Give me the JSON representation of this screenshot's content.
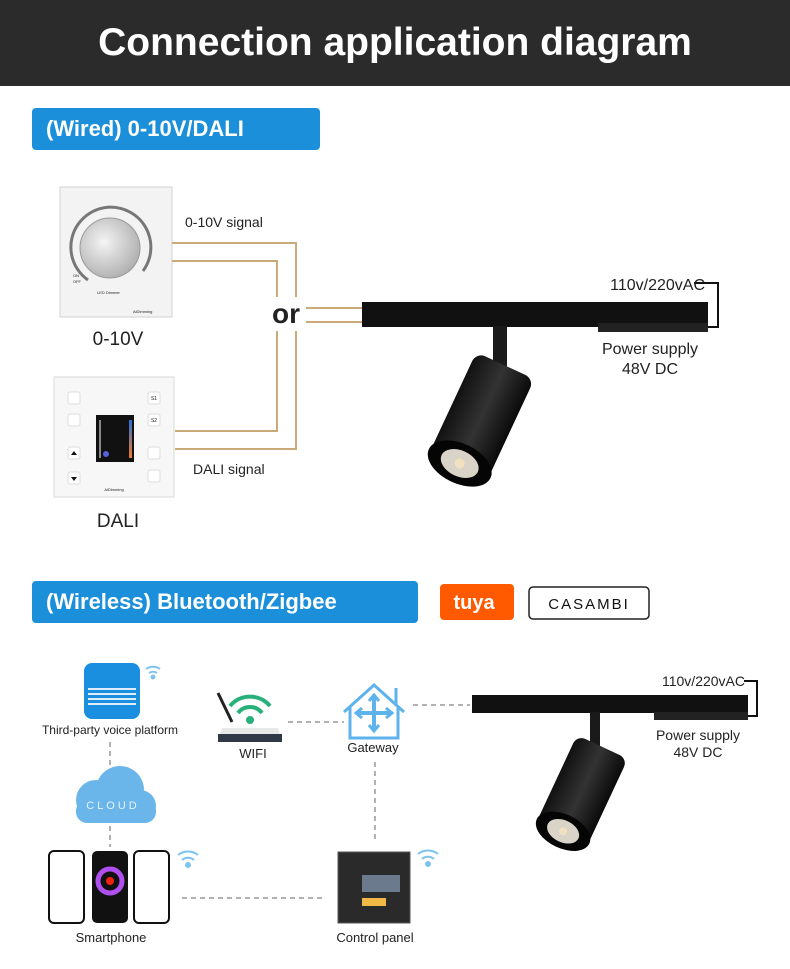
{
  "header": {
    "title": "Connection application diagram"
  },
  "wired": {
    "badge": "(Wired) 0-10V/DALI",
    "signal_010v": "0-10V signal",
    "signal_dali": "DALI signal",
    "or_label": "or",
    "dimmer_label": "0-10V",
    "dimmer_text": "LED Dimmer",
    "dimmer_on": "ON",
    "dimmer_off": "OFF",
    "brand": "AiDimming",
    "dali_label": "DALI",
    "dali_s1": "S1",
    "dali_s2": "S2",
    "ac_label": "110v/220vAC",
    "power_supply": "Power supply",
    "dc_label": "48V DC"
  },
  "wireless": {
    "badge": "(Wireless) Bluetooth/Zigbee",
    "tuya_logo": "tuya",
    "casambi_logo": "CASAMBI",
    "voice_label": "Third-party voice platform",
    "cloud_label": "CLOUD",
    "wifi_label": "WIFI",
    "gateway_label": "Gateway",
    "smartphone_label": "Smartphone",
    "control_panel_label": "Control panel",
    "ac_label": "110v/220vAC",
    "power_supply": "Power supply",
    "dc_label": "48V DC"
  },
  "colors": {
    "header_bg": "#2b2b2b",
    "badge": "#1b8fd9",
    "wire": "#c9aa78",
    "tuya": "#ff5a00",
    "cloud": "#6ab6ea"
  }
}
